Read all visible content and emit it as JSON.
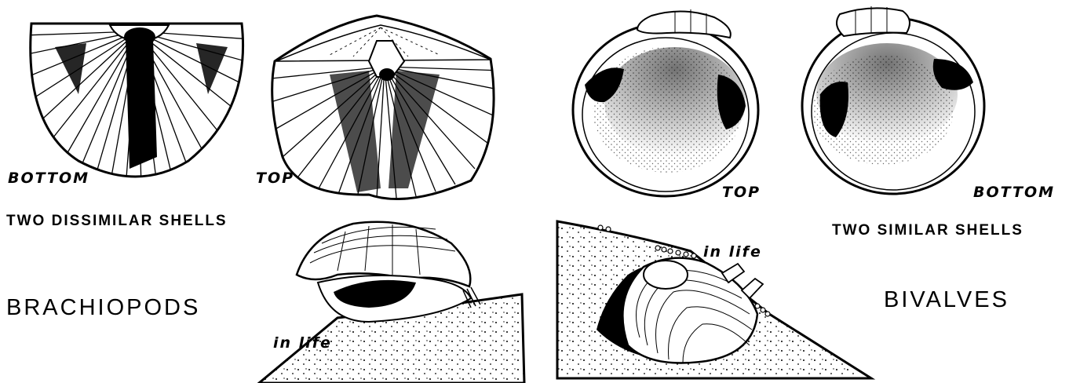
{
  "brachiopods": {
    "title": "BRACHIOPODS",
    "caption": "TWO DISSIMILAR SHELLS",
    "bottom_label": "BOTTOM",
    "top_label": "TOP",
    "in_life_label": "in life"
  },
  "bivalves": {
    "title": "BIVALVES",
    "caption": "TWO SIMILAR SHELLS",
    "top_label": "TOP",
    "bottom_label": "BOTTOM",
    "in_life_label": "in life"
  }
}
